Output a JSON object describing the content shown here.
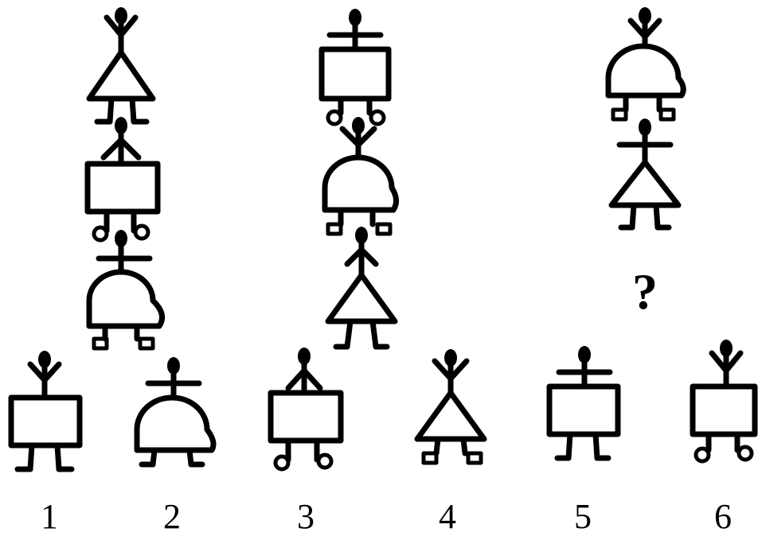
{
  "puzzle": {
    "question_mark": "?",
    "options": [
      {
        "label": "1"
      },
      {
        "label": "2"
      },
      {
        "label": "3"
      },
      {
        "label": "4"
      },
      {
        "label": "5"
      },
      {
        "label": "6"
      }
    ]
  }
}
